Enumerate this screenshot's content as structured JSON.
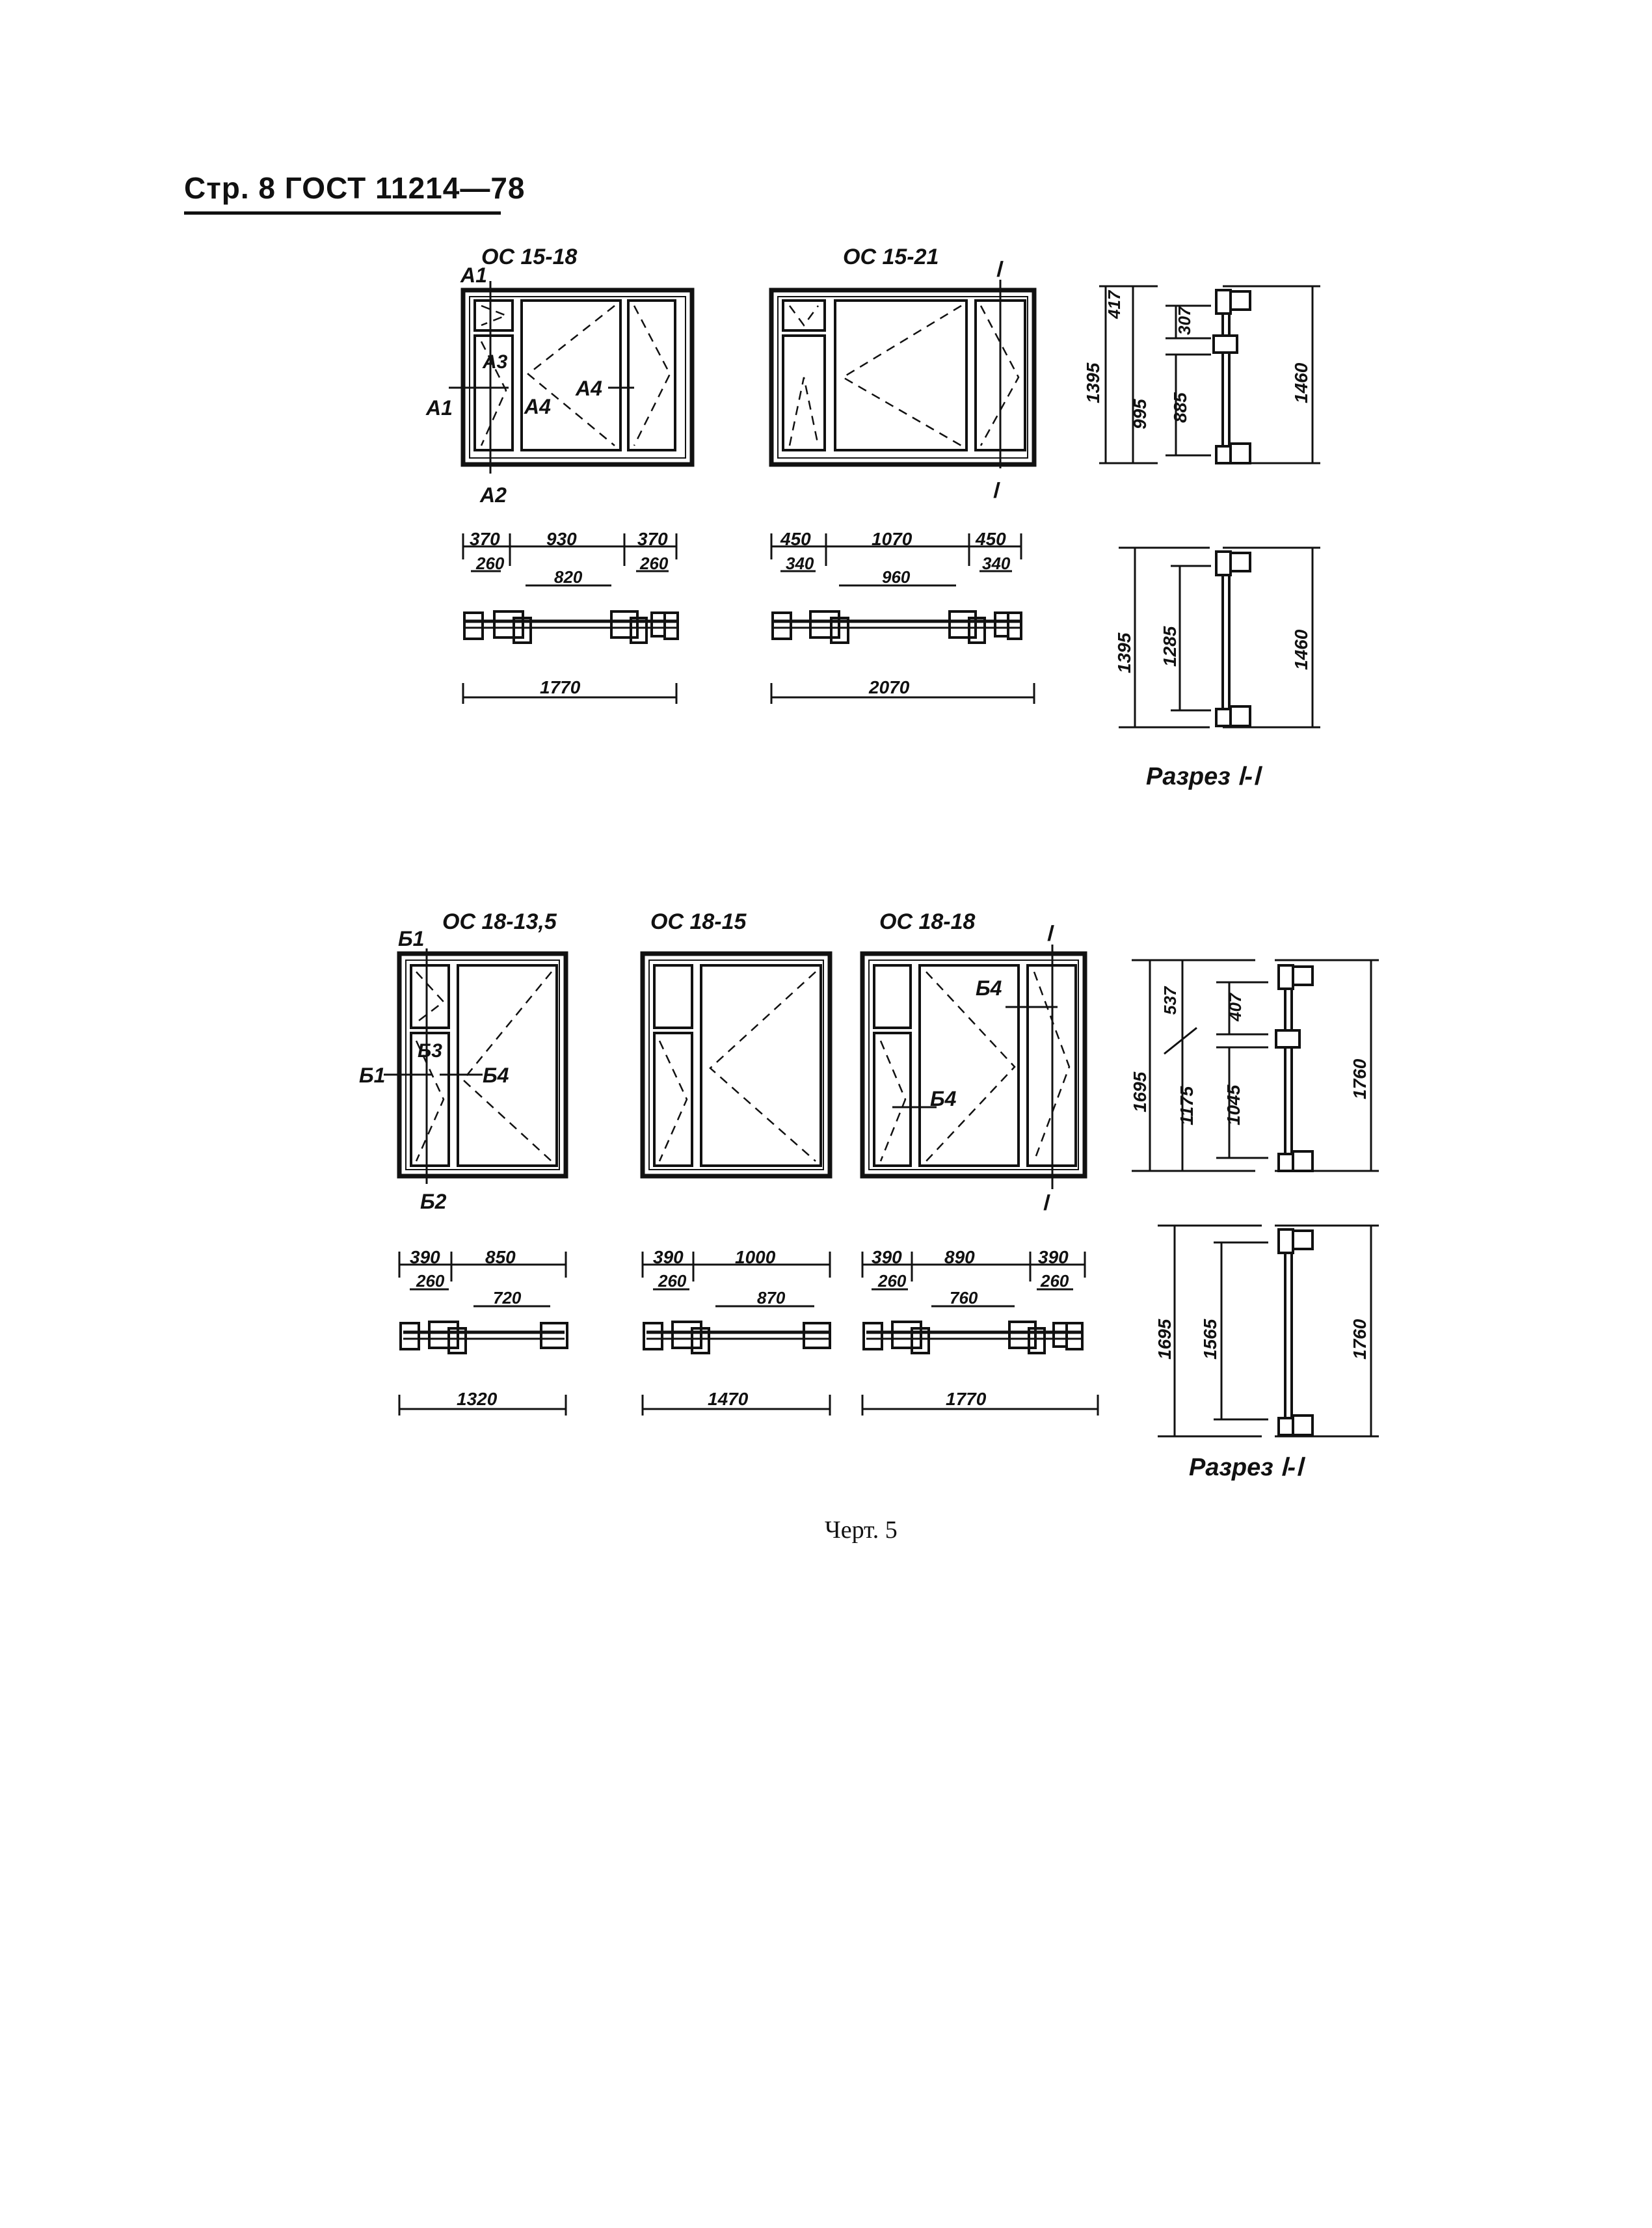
{
  "header": {
    "page_label": "Стр. 8 ГОСТ 11214—78"
  },
  "figure_caption": "Черт. 5",
  "section_label": "Разрез Ⅰ-Ⅰ",
  "top": {
    "w1": {
      "title": "ОС 15-18",
      "dims_top": [
        "370",
        "930",
        "370"
      ],
      "dims_inner": [
        "260",
        "820",
        "260"
      ],
      "total": "1770",
      "marks": {
        "a1_top": "А1",
        "a1_left": "А1",
        "a2": "А2",
        "a3": "А3",
        "a4_mid": "А4",
        "a4_right": "А4"
      }
    },
    "w2": {
      "title": "ОС 15-21",
      "dims_top": [
        "450",
        "1070",
        "450"
      ],
      "dims_inner": [
        "340",
        "960",
        "340"
      ],
      "total": "2070",
      "marks": {
        "s_top": "Ⅰ",
        "s_bottom": "Ⅰ"
      }
    },
    "sec_a": {
      "d_417": "417",
      "d_307": "307",
      "d_1395": "1395",
      "d_995": "995",
      "d_885": "885",
      "d_1460": "1460"
    },
    "sec_b": {
      "d_1395": "1395",
      "d_1285": "1285",
      "d_1460": "1460"
    }
  },
  "bottom": {
    "w1": {
      "title": "ОС 18-13,5",
      "dims_top": [
        "390",
        "850"
      ],
      "dims_inner": [
        "260",
        "720"
      ],
      "total": "1320",
      "marks": {
        "b1_top": "Б1",
        "b1_left": "Б1",
        "b2": "Б2",
        "b3": "Б3",
        "b4": "Б4"
      }
    },
    "w2": {
      "title": "ОС 18-15",
      "dims_top": [
        "390",
        "1000"
      ],
      "dims_inner": [
        "260",
        "870"
      ],
      "total": "1470"
    },
    "w3": {
      "title": "ОС 18-18",
      "dims_top": [
        "390",
        "890",
        "390"
      ],
      "dims_inner": [
        "260",
        "760",
        "260"
      ],
      "total": "1770",
      "marks": {
        "b4_top": "Б4",
        "b4_mid": "Б4",
        "s_top": "Ⅰ",
        "s_bottom": "Ⅰ"
      }
    },
    "sec_a": {
      "d_537": "537",
      "d_407": "407",
      "d_1695": "1695",
      "d_1175": "1175",
      "d_1045": "1045",
      "d_1760": "1760"
    },
    "sec_b": {
      "d_1695": "1695",
      "d_1565": "1565",
      "d_1760": "1760"
    }
  }
}
